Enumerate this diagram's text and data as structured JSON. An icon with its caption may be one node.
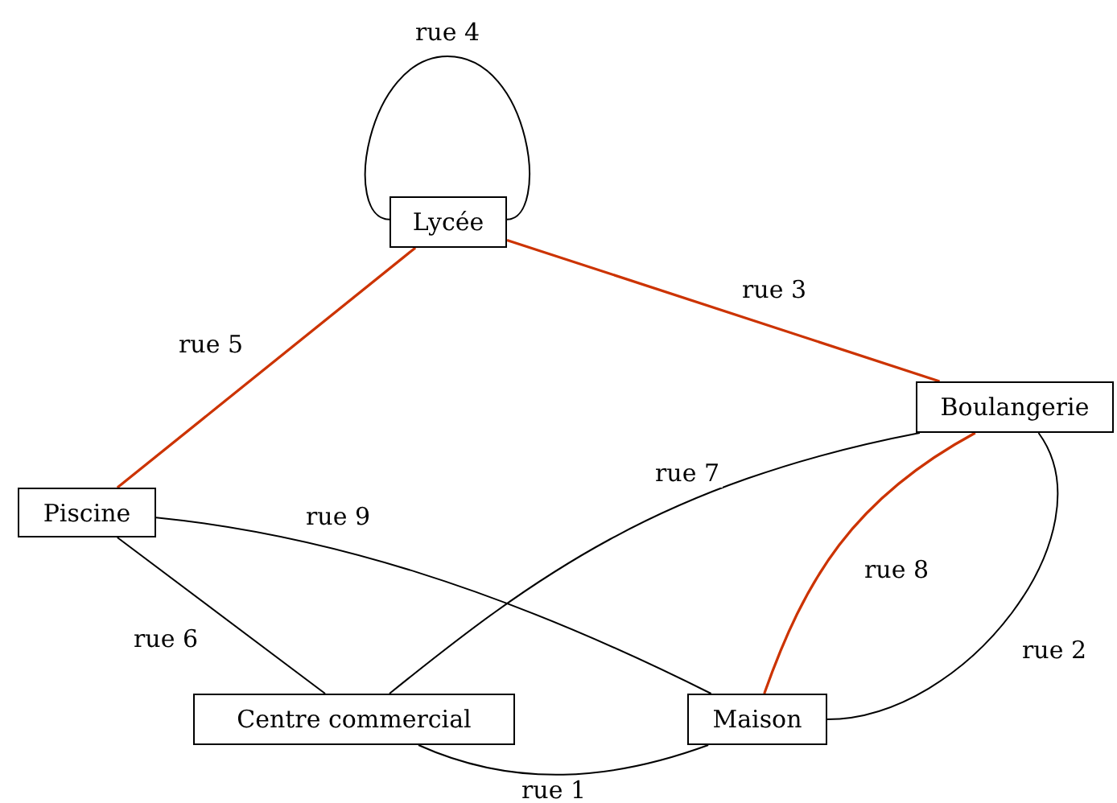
{
  "diagram": {
    "nodes": [
      {
        "text": [
          "Lycée"
        ]
      },
      {
        "text": [
          "Boulangerie"
        ]
      },
      {
        "text": [
          "Piscine"
        ]
      },
      {
        "text": [
          "Centre commercial"
        ]
      },
      {
        "text": [
          "Maison"
        ]
      }
    ],
    "edges": [
      {
        "from": 3,
        "to": 4,
        "arrow": "none",
        "label": "rue 1"
      },
      {
        "from": 4,
        "to": 1,
        "arrow": "none",
        "label": "rue 2"
      },
      {
        "from": 0,
        "to": 1,
        "arrow": "none",
        "label": "rue 3",
        "color": "#cc3300"
      },
      {
        "from": 0,
        "to": 0,
        "arrow": "none",
        "label": "rue 4"
      },
      {
        "from": 0,
        "to": 2,
        "arrow": "none",
        "label": "rue 5",
        "color": "#cc3300"
      },
      {
        "from": 2,
        "to": 3,
        "arrow": "none",
        "label": "rue 6"
      },
      {
        "from": 3,
        "to": 1,
        "arrow": "none",
        "label": "rue 7"
      },
      {
        "from": 1,
        "to": 4,
        "arrow": "none",
        "label": "rue 8",
        "color": "#cc3300"
      },
      {
        "from": 2,
        "to": 4,
        "arrow": "none",
        "label": "rue 9"
      }
    ]
  }
}
